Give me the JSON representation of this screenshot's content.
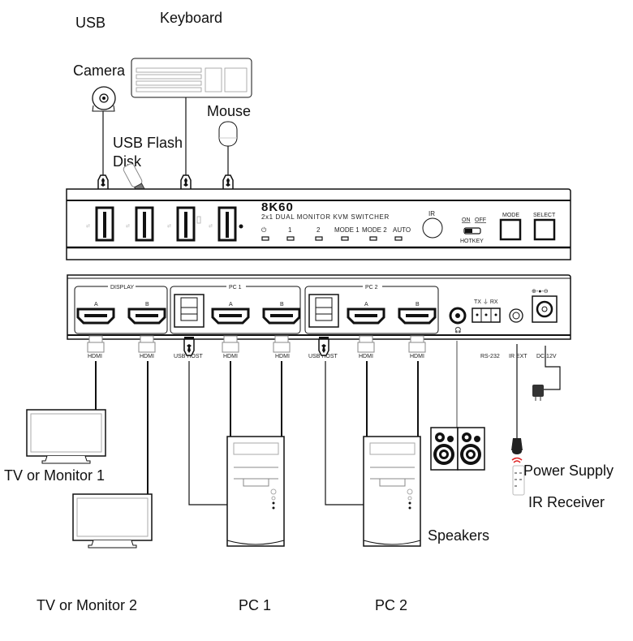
{
  "labels": {
    "usb": "USB",
    "keyboard": "Keyboard",
    "camera": "Camera",
    "mouse": "Mouse",
    "usb_flash_line1": "USB Flash",
    "usb_flash_line2": "Disk",
    "tv1": "TV or Monitor 1",
    "tv2": "TV or Monitor 2",
    "pc1": "PC 1",
    "pc2": "PC 2",
    "speakers": "Speakers",
    "power_supply": "Power Supply",
    "ir_receiver": "IR Receiver"
  },
  "front_panel": {
    "model": "8K60",
    "subtitle": "2x1 DUAL MONITOR KVM SWITCHER",
    "leds": [
      "⏻",
      "1",
      "2",
      "MODE 1",
      "MODE 2",
      "AUTO"
    ],
    "ir_label": "IR",
    "hotkey_on": "ON",
    "hotkey_off": "OFF",
    "hotkey_label": "HOTKEY",
    "mode_button": "MODE",
    "select_button": "SELECT"
  },
  "rear_panel": {
    "display_group": "DISPLAY",
    "pc1_group": "PC 1",
    "pc2_group": "PC 2",
    "port_a": "A",
    "port_b": "B",
    "hdmi": "HDMI",
    "usb_host": "USB HOST",
    "rs232_pins": "TX ⏚ RX",
    "rs232": "RS-232",
    "ir_ext": "IR EXT",
    "dc": "DC 12V",
    "dc_polarity": "⊕-●-⊖"
  }
}
